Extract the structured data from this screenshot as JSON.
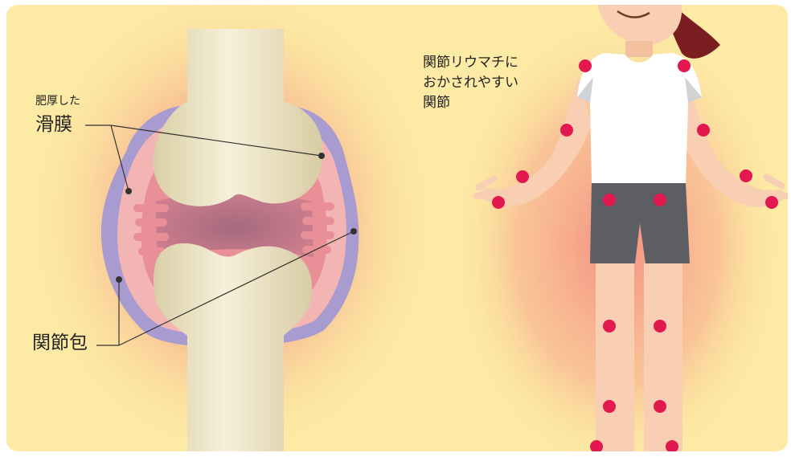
{
  "joint": {
    "synovium_caption_small": "肥厚した",
    "synovium_caption": "滑膜",
    "capsule_caption": "関節包"
  },
  "body": {
    "caption_line1": "関節リウマチに",
    "caption_line2": "おかされやすい",
    "caption_line3": "関節"
  },
  "colors": {
    "background": "#fdeaa4",
    "synovium": "#e88f97",
    "capsule": "#a89bd0",
    "bone": "#f0e6c6",
    "joint_dot": "#e3184f",
    "shirt": "#ffffff",
    "shorts": "#5c5e63",
    "skin": "#f8cfb2"
  }
}
